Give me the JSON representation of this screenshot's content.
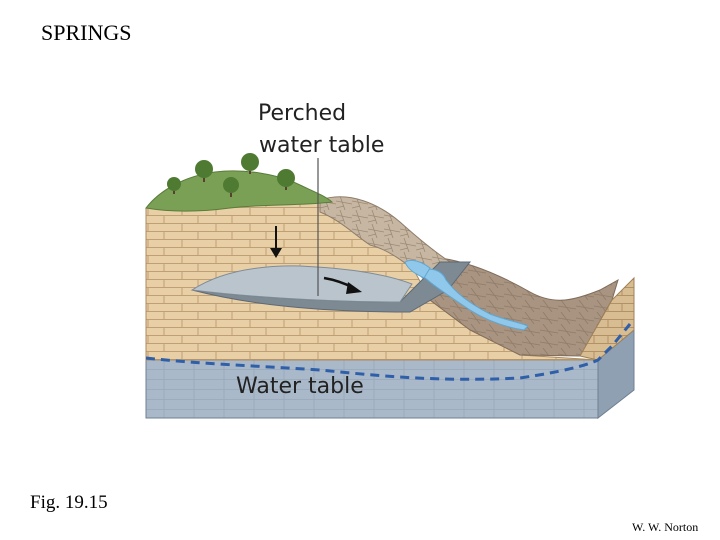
{
  "slide": {
    "title": "SPRINGS",
    "figure_label": "Fig. 19.15",
    "credit": "W. W. Norton"
  },
  "diagram": {
    "label_perched_line1": "Perched",
    "label_perched_line2": "water table",
    "label_water_table": "Water table",
    "colors": {
      "sandstone": "#e9cfa6",
      "sandstone_dark": "#c9a97e",
      "groundwater": "#aab9c9",
      "perched_lens": "#b9c4cd",
      "shale_brown": "#a89480",
      "grass": "#7aa055",
      "stream": "#8fc8ea",
      "water_table_line": "#2f5fa8"
    }
  }
}
